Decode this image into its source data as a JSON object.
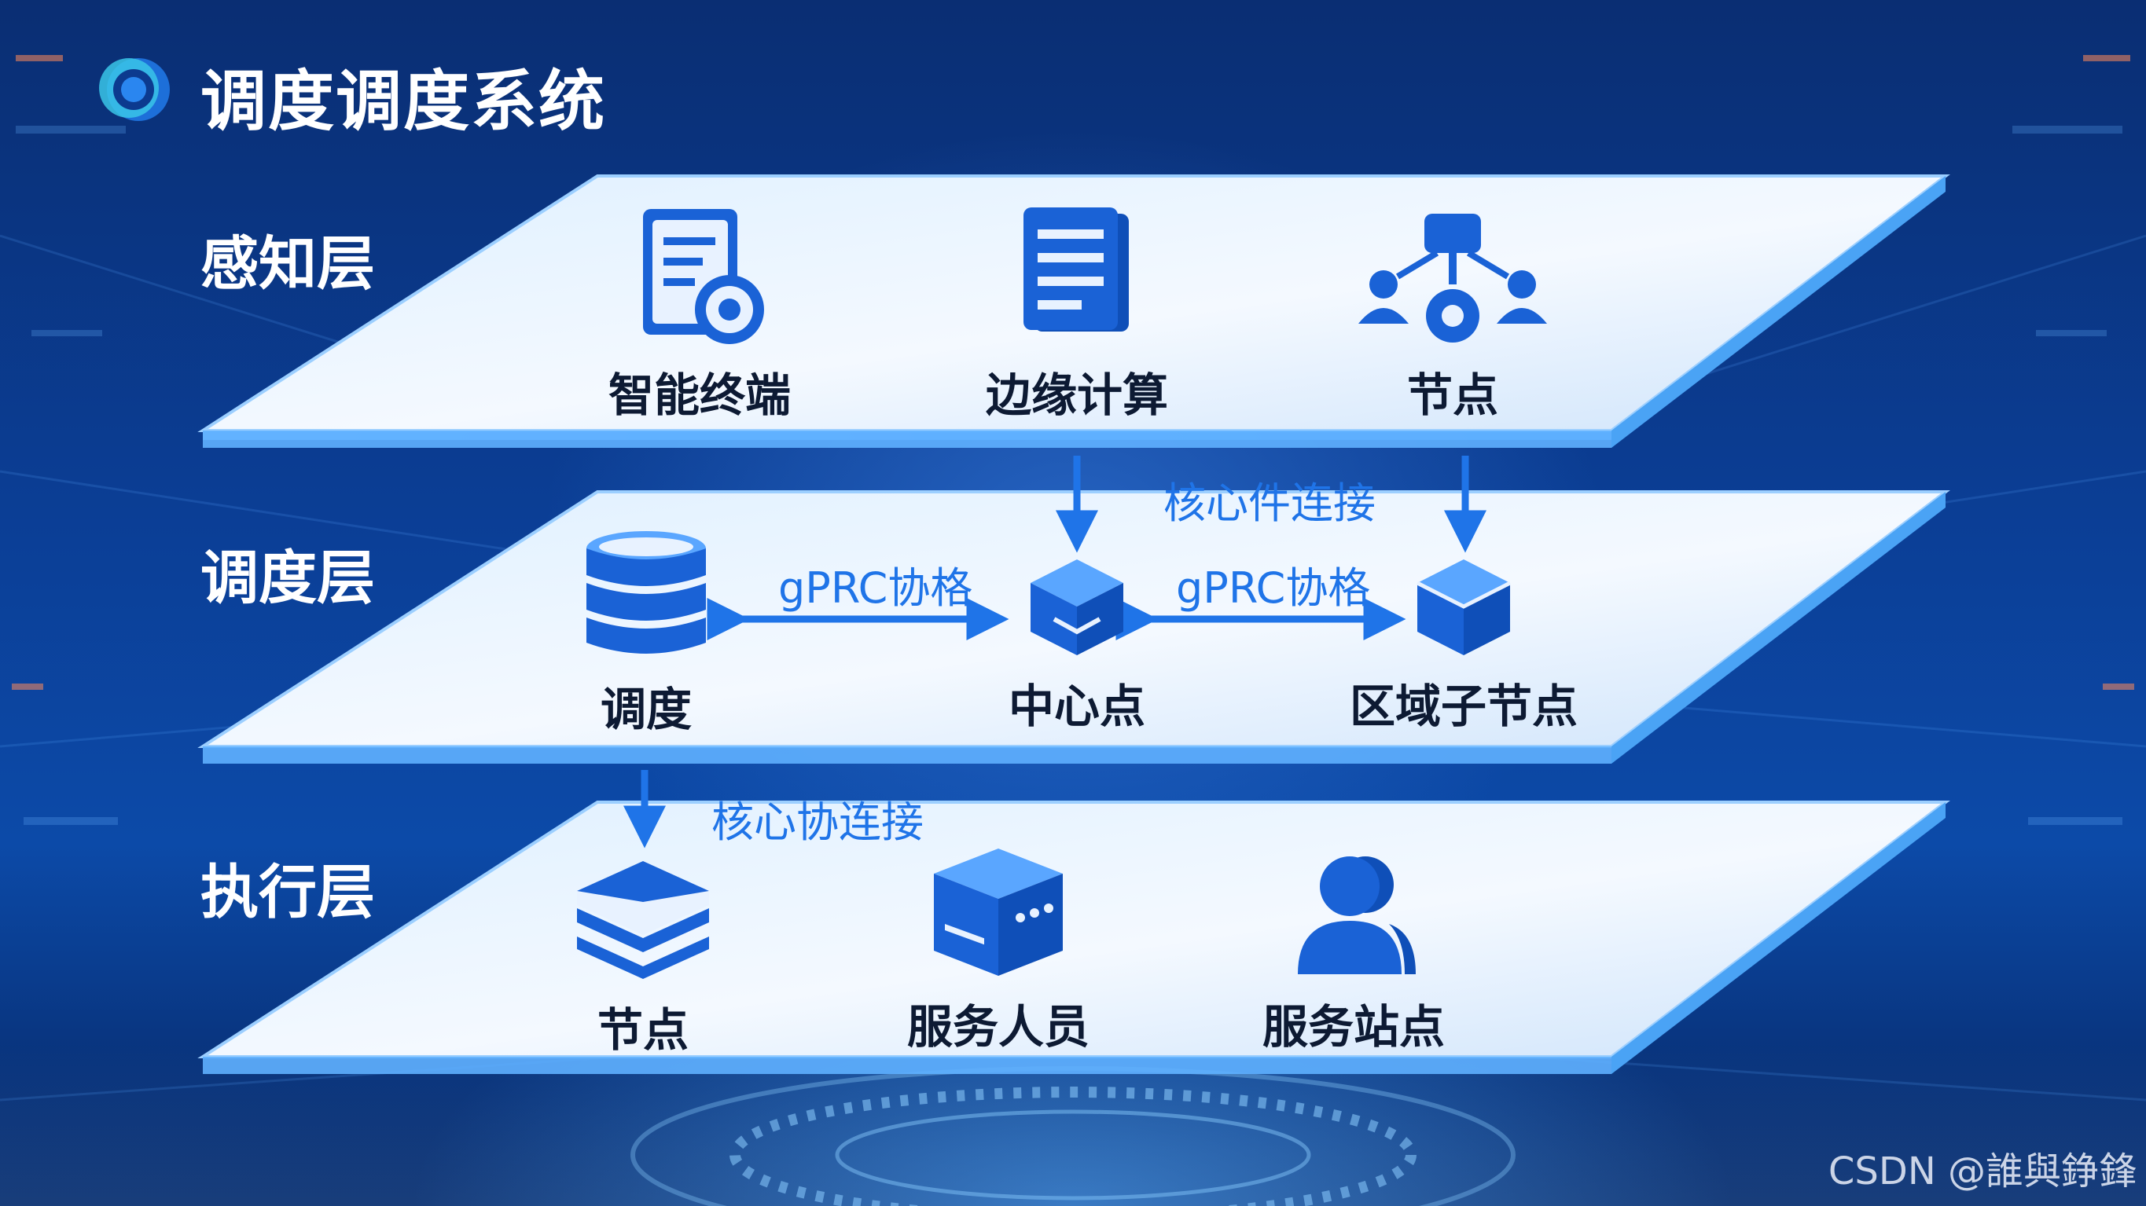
{
  "title": "调度调度系统",
  "watermark": "CSDN @誰與錚鋒",
  "colors": {
    "accent": "#1f74e8",
    "icon": "#1a62d6",
    "text": "#0d1a33"
  },
  "layers": [
    {
      "label": "感知层"
    },
    {
      "label": "调度层"
    },
    {
      "label": "执行层"
    }
  ],
  "nodes": {
    "terminal": {
      "label": "智能终端",
      "icon": "document-gear-icon"
    },
    "edge_compute": {
      "label": "边缘计算",
      "icon": "document-stack-icon"
    },
    "perception_node": {
      "label": "节点",
      "icon": "network-people-icon"
    },
    "dispatch": {
      "label": "调度",
      "icon": "database-icon"
    },
    "center": {
      "label": "中心点",
      "icon": "cube-icon"
    },
    "regional": {
      "label": "区域子节点",
      "icon": "cube-icon"
    },
    "exec_node": {
      "label": "节点",
      "icon": "layers-icon"
    },
    "service_staff": {
      "label": "服务人员",
      "icon": "server-box-icon"
    },
    "service_station": {
      "label": "服务站点",
      "icon": "user-icon"
    }
  },
  "edges": {
    "core_link_1": "核心件连接",
    "grpc_left": "gPRC协格",
    "grpc_right": "gPRC协格",
    "core_link_2": "核心协连接"
  }
}
